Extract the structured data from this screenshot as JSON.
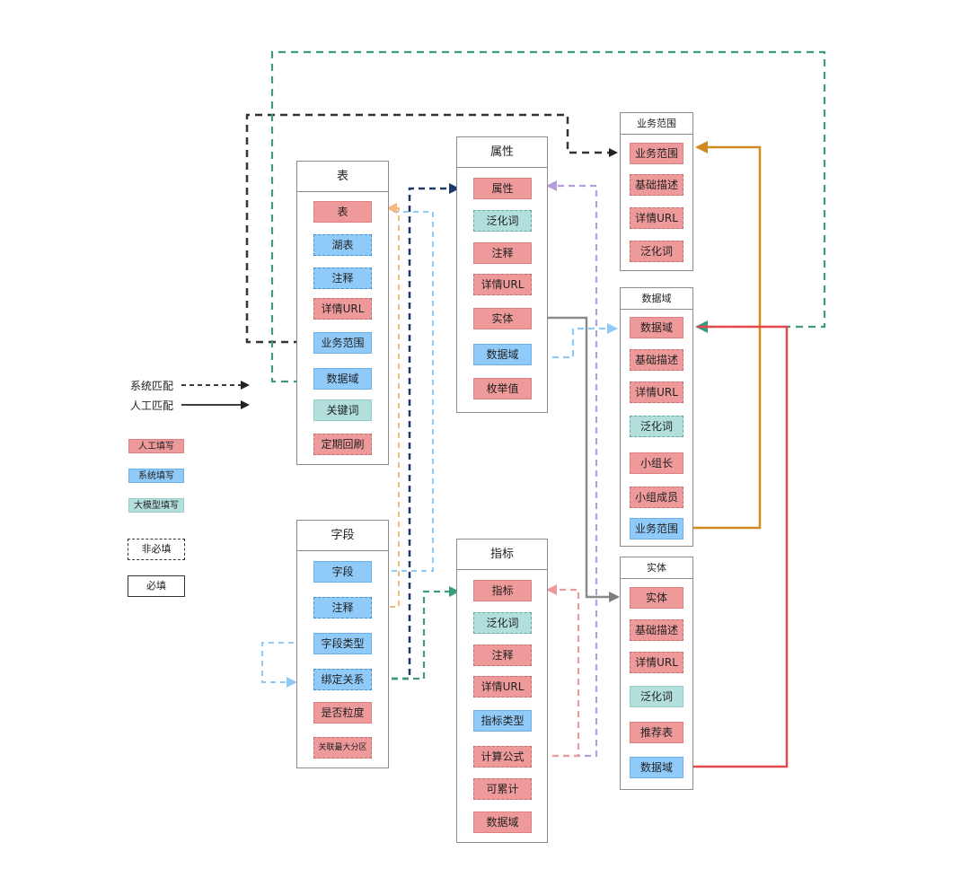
{
  "colors": {
    "manual": "#ef9a9a",
    "system": "#90caf9",
    "llm": "#b2dfdb",
    "line_black": "#333333",
    "line_teal": "#3b9b7f",
    "line_orange": "#d08a1e",
    "line_red": "#e5484d",
    "line_gray": "#8a8a8a",
    "line_navy": "#1f3a64",
    "line_purple": "#b39ddb",
    "line_lightblue": "#90caf9",
    "line_peach": "#f7b97a",
    "line_pink": "#ef9a9a"
  },
  "legend": {
    "system_match": "系统匹配",
    "manual_match": "人工匹配",
    "manual_fill": "人工填写",
    "system_fill": "系统填写",
    "llm_fill": "大模型填写",
    "optional": "非必填",
    "required": "必填"
  },
  "entities": {
    "table": {
      "title": "表",
      "fields": [
        {
          "label": "表",
          "fill": "manual",
          "required": true
        },
        {
          "label": "湖表",
          "fill": "system",
          "required": false
        },
        {
          "label": "注释",
          "fill": "system",
          "required": false
        },
        {
          "label": "详情URL",
          "fill": "manual",
          "required": false
        },
        {
          "label": "业务范围",
          "fill": "system",
          "required": true
        },
        {
          "label": "数据域",
          "fill": "system",
          "required": true
        },
        {
          "label": "关键词",
          "fill": "llm",
          "required": true
        },
        {
          "label": "定期回刷",
          "fill": "manual",
          "required": false
        }
      ]
    },
    "attribute": {
      "title": "属性",
      "fields": [
        {
          "label": "属性",
          "fill": "manual",
          "required": true
        },
        {
          "label": "泛化词",
          "fill": "llm",
          "required": false
        },
        {
          "label": "注释",
          "fill": "manual",
          "required": true
        },
        {
          "label": "详情URL",
          "fill": "manual",
          "required": false
        },
        {
          "label": "实体",
          "fill": "manual",
          "required": true
        },
        {
          "label": "数据域",
          "fill": "system",
          "required": true
        },
        {
          "label": "枚举值",
          "fill": "manual",
          "required": true
        }
      ]
    },
    "field": {
      "title": "字段",
      "fields": [
        {
          "label": "字段",
          "fill": "system",
          "required": true
        },
        {
          "label": "注释",
          "fill": "system",
          "required": false
        },
        {
          "label": "字段类型",
          "fill": "system",
          "required": true
        },
        {
          "label": "绑定关系",
          "fill": "system",
          "required": false
        },
        {
          "label": "是否粒度",
          "fill": "manual",
          "required": true
        },
        {
          "label": "关联最大分区",
          "fill": "manual",
          "required": false
        }
      ]
    },
    "metric": {
      "title": "指标",
      "fields": [
        {
          "label": "指标",
          "fill": "manual",
          "required": true
        },
        {
          "label": "泛化词",
          "fill": "llm",
          "required": false
        },
        {
          "label": "注释",
          "fill": "manual",
          "required": false
        },
        {
          "label": "详情URL",
          "fill": "manual",
          "required": false
        },
        {
          "label": "指标类型",
          "fill": "system",
          "required": true
        },
        {
          "label": "计算公式",
          "fill": "manual",
          "required": false
        },
        {
          "label": "可累计",
          "fill": "manual",
          "required": false
        },
        {
          "label": "数据域",
          "fill": "manual",
          "required": true
        }
      ]
    },
    "business_scope": {
      "title": "业务范围",
      "fields": [
        {
          "label": "业务范围",
          "fill": "manual",
          "required": true
        },
        {
          "label": "基础描述",
          "fill": "manual",
          "required": false
        },
        {
          "label": "详情URL",
          "fill": "manual",
          "required": false
        },
        {
          "label": "泛化词",
          "fill": "manual",
          "required": false
        }
      ]
    },
    "data_domain": {
      "title": "数据域",
      "fields": [
        {
          "label": "数据域",
          "fill": "manual",
          "required": true
        },
        {
          "label": "基础描述",
          "fill": "manual",
          "required": false
        },
        {
          "label": "详情URL",
          "fill": "manual",
          "required": false
        },
        {
          "label": "泛化词",
          "fill": "llm",
          "required": false
        },
        {
          "label": "小组长",
          "fill": "manual",
          "required": true
        },
        {
          "label": "小组成员",
          "fill": "manual",
          "required": false
        },
        {
          "label": "业务范围",
          "fill": "system",
          "required": true
        }
      ]
    },
    "entity": {
      "title": "实体",
      "fields": [
        {
          "label": "实体",
          "fill": "manual",
          "required": true
        },
        {
          "label": "基础描述",
          "fill": "manual",
          "required": false
        },
        {
          "label": "详情URL",
          "fill": "manual",
          "required": false
        },
        {
          "label": "泛化词",
          "fill": "llm",
          "required": true
        },
        {
          "label": "推荐表",
          "fill": "manual",
          "required": true
        },
        {
          "label": "数据域",
          "fill": "system",
          "required": true
        }
      ]
    }
  }
}
